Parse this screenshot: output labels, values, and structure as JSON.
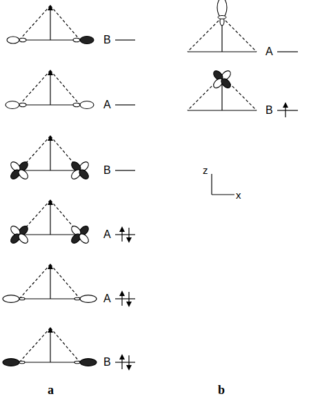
{
  "diagram": {
    "labels": [
      "B",
      "A",
      "B",
      "A",
      "A",
      "B",
      "A",
      "B",
      "z",
      "x",
      "a",
      "b"
    ]
  }
}
